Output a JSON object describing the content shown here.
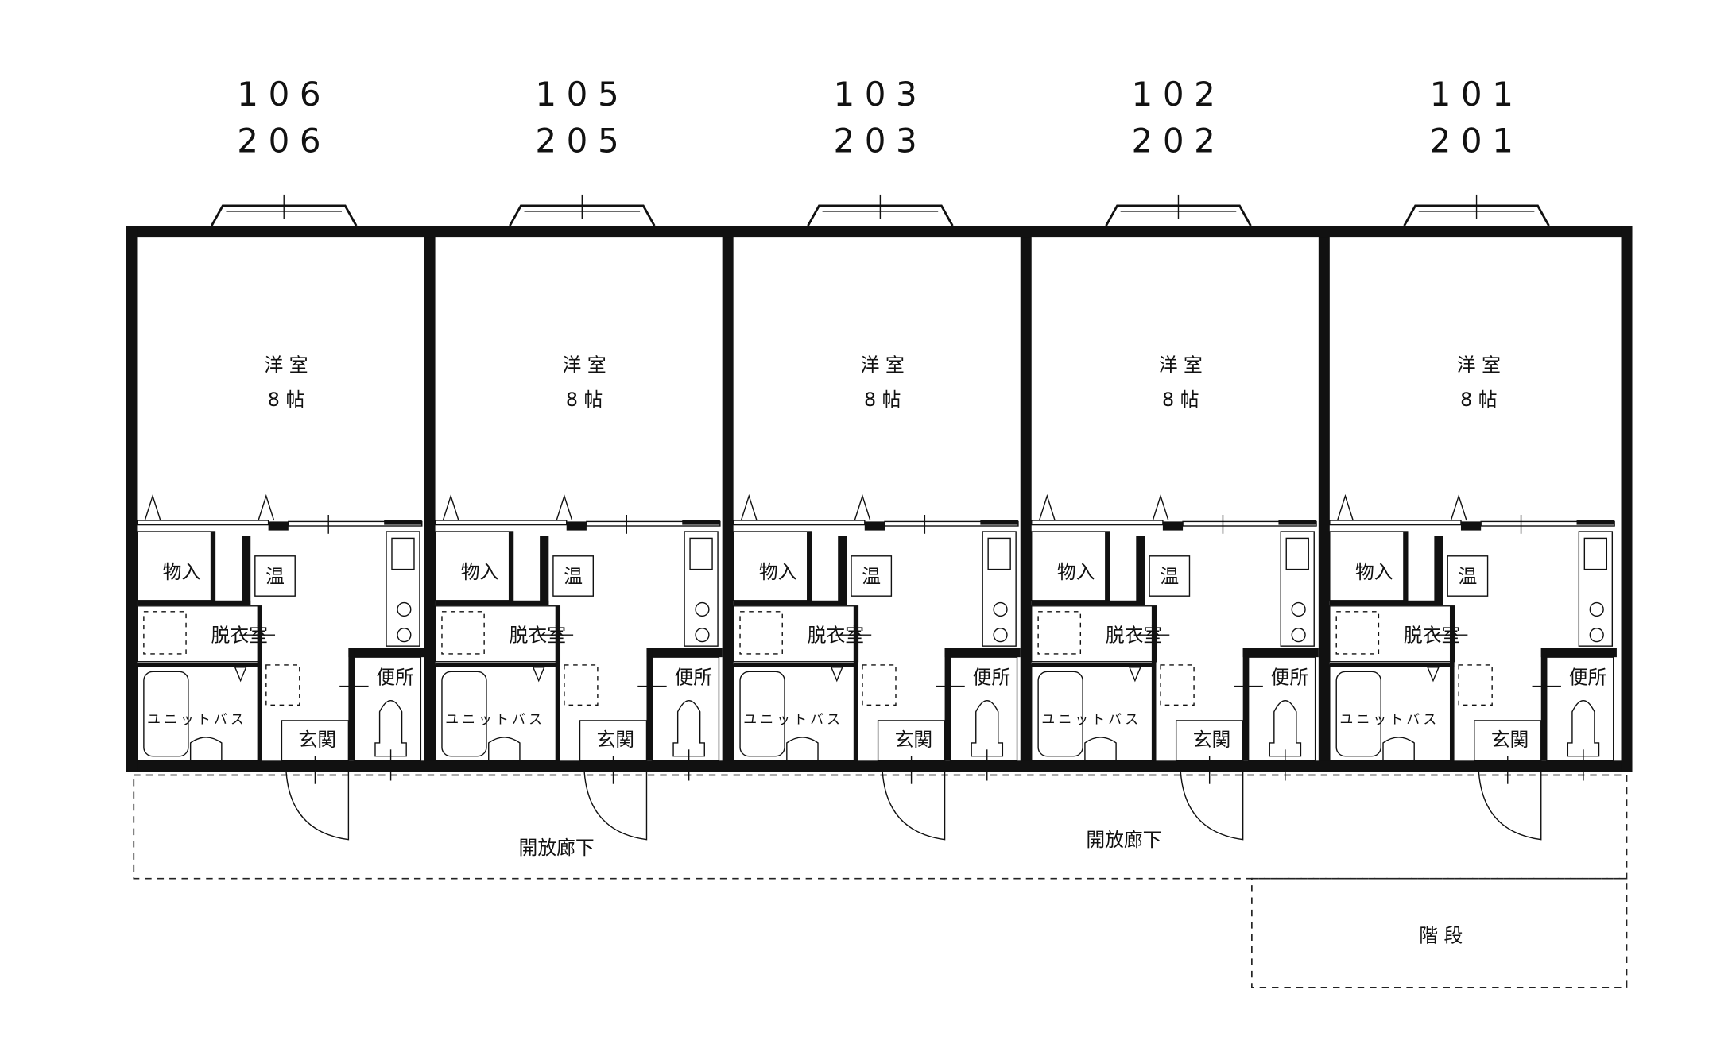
{
  "units": [
    {
      "upper": "106",
      "lower": "206",
      "room": "洋 室",
      "size": "8 帖",
      "closet": "物入",
      "heater": "温",
      "dressing": "脱衣室",
      "bath": "ユニットバス",
      "toilet": "便所",
      "entrance": "玄関"
    },
    {
      "upper": "105",
      "lower": "205",
      "room": "洋 室",
      "size": "8 帖",
      "closet": "物入",
      "heater": "温",
      "dressing": "脱衣室",
      "bath": "ユニットバス",
      "toilet": "便所",
      "entrance": "玄関"
    },
    {
      "upper": "103",
      "lower": "203",
      "room": "洋 室",
      "size": "8 帖",
      "closet": "物入",
      "heater": "温",
      "dressing": "脱衣室",
      "bath": "ユニットバス",
      "toilet": "便所",
      "entrance": "玄関"
    },
    {
      "upper": "102",
      "lower": "202",
      "room": "洋 室",
      "size": "8 帖",
      "closet": "物入",
      "heater": "温",
      "dressing": "脱衣室",
      "bath": "ユニットバス",
      "toilet": "便所",
      "entrance": "玄関"
    },
    {
      "upper": "101",
      "lower": "201",
      "room": "洋 室",
      "size": "8 帖",
      "closet": "物入",
      "heater": "温",
      "dressing": "脱衣室",
      "bath": "ユニットバス",
      "toilet": "便所",
      "entrance": "玄関"
    }
  ],
  "corridor": {
    "label_left": "開放廊下",
    "label_right": "開放廊下"
  },
  "stairs": {
    "label": "階 段"
  }
}
